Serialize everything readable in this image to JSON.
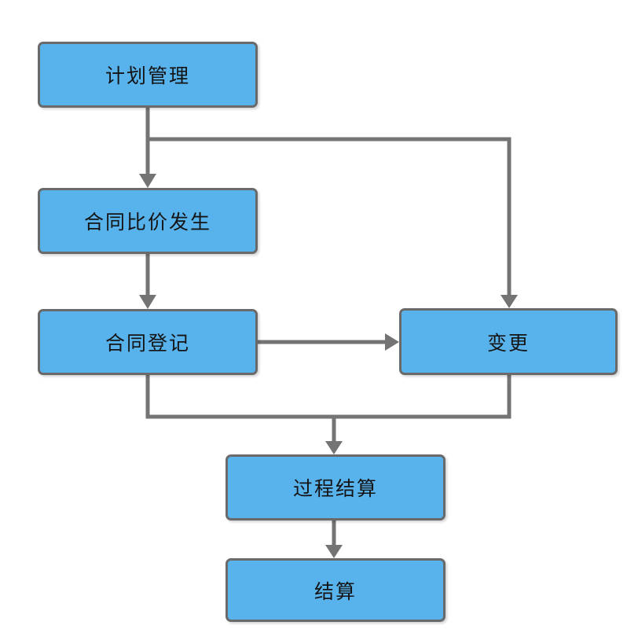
{
  "diagram": {
    "type": "flowchart",
    "nodes": [
      {
        "id": "plan-management",
        "label": "计划管理"
      },
      {
        "id": "price-comparison",
        "label": "合同比价发生"
      },
      {
        "id": "contract-register",
        "label": "合同登记"
      },
      {
        "id": "change",
        "label": "变更"
      },
      {
        "id": "process-settlement",
        "label": "过程结算"
      },
      {
        "id": "settlement",
        "label": "结算"
      }
    ],
    "edges": [
      {
        "from": "计划管理",
        "to": "合同比价发生",
        "arrow": true
      },
      {
        "from": "计划管理",
        "to": "变更",
        "arrow": true
      },
      {
        "from": "合同比价发生",
        "to": "合同登记",
        "arrow": true
      },
      {
        "from": "合同登记",
        "to": "变更",
        "arrow": true
      },
      {
        "from": "合同登记",
        "to": "过程结算",
        "arrow": true
      },
      {
        "from": "变更",
        "to": "过程结算",
        "arrow": true
      },
      {
        "from": "过程结算",
        "to": "结算",
        "arrow": true
      }
    ],
    "colors": {
      "node_fill": "#58B3EC",
      "node_border": "#6A6A6A",
      "connector": "#747474",
      "text": "#141414",
      "background": "#FFFFFF"
    }
  }
}
